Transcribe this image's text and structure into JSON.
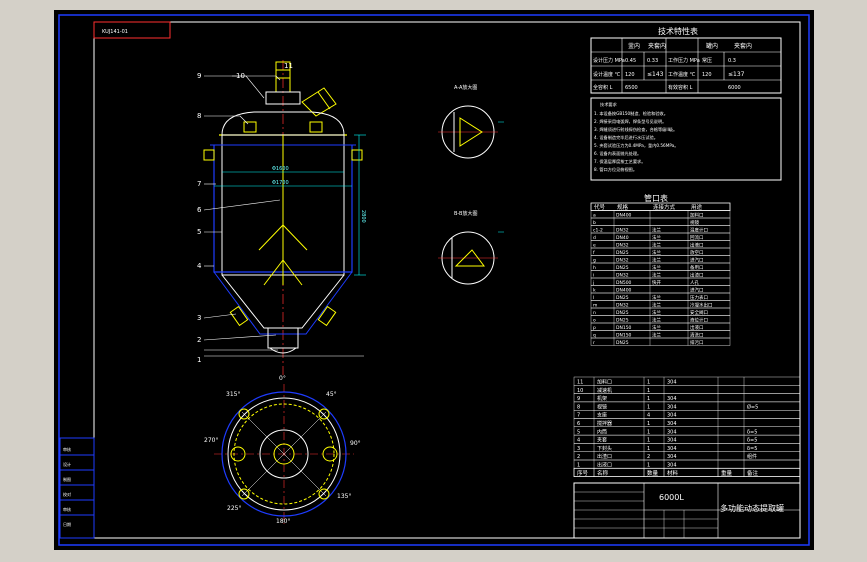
{
  "drawing_no": "KUJ141-01",
  "tech_table": {
    "title": "技术特性表",
    "col_headers": [
      "釜内",
      "夹套内",
      "罐内",
      "夹套内"
    ],
    "rows": [
      {
        "label": "设计压力 MPa",
        "v1": "0.45",
        "v2": "0.33",
        "label2": "工作压力 MPa",
        "v3": "常压",
        "v4": "0.3"
      },
      {
        "label": "设计温度 ℃",
        "v1": "120",
        "v2": "≤143",
        "label2": "工作温度 ℃",
        "v3": "120",
        "v4": "≤137"
      },
      {
        "label": "全容积 L",
        "v1": "6500",
        "v2": "",
        "label2": "有效容积 L",
        "v3": "6000",
        "v4": ""
      }
    ]
  },
  "tech_notes": [
    "技术要求",
    "1. 本设备按GB150制造、检验和验收。",
    "2. 焊接采用电弧焊，焊条型号见说明。",
    "3. 焊缝须进行射线探伤检查，合格等级II级。",
    "4. 设备制造完毕后进行水压试验。",
    "5. 夹套试验压力为0.4MPa，釜内0.56MPa。",
    "6. 设备内表面抛光处理。",
    "7. 保温层厚度按工艺要求。",
    "8. 管口方位见俯视图。"
  ],
  "nozzle_table": {
    "title": "管口表",
    "headers": [
      "代号",
      "规格",
      "连接方式",
      "用途"
    ],
    "rows": [
      [
        "a",
        "DN400",
        "",
        "加料口"
      ],
      [
        "b",
        "",
        "",
        "视镜"
      ],
      [
        "c1-2",
        "DN32",
        "法兰",
        "温度计口"
      ],
      [
        "d",
        "DN40",
        "法兰",
        "回流口"
      ],
      [
        "e",
        "DN32",
        "法兰",
        "出液口"
      ],
      [
        "f",
        "DN25",
        "法兰",
        "放空口"
      ],
      [
        "g",
        "DN32",
        "法兰",
        "进汽口"
      ],
      [
        "h",
        "DN25",
        "法兰",
        "备用口"
      ],
      [
        "i",
        "DN32",
        "法兰",
        "出渣口"
      ],
      [
        "j",
        "DN500",
        "快开",
        "人孔"
      ],
      [
        "k",
        "DN400",
        "",
        "进汽口"
      ],
      [
        "l",
        "DN25",
        "法兰",
        "压力表口"
      ],
      [
        "m",
        "DN32",
        "法兰",
        "冷凝水出口"
      ],
      [
        "n",
        "DN25",
        "法兰",
        "安全阀口"
      ],
      [
        "o",
        "DN25",
        "法兰",
        "液位计口"
      ],
      [
        "p",
        "DN150",
        "法兰",
        "出液口"
      ],
      [
        "q",
        "DN150",
        "法兰",
        "清洗口"
      ],
      [
        "r",
        "DN25",
        "",
        "排污口"
      ]
    ]
  },
  "section_labels": {
    "a": "A-A放大图",
    "b": "B-B放大图"
  },
  "main_view": {
    "part_numbers": [
      "1",
      "2",
      "3",
      "4",
      "5",
      "6",
      "7",
      "8",
      "9",
      "10",
      "11"
    ],
    "dimensions": {
      "inner_dia": "Φ1600",
      "outer_dia": "Φ1700",
      "height": "2800"
    }
  },
  "plan_view": {
    "angles": [
      "0°",
      "45°",
      "90°",
      "135°",
      "180°",
      "225°",
      "270°",
      "315°"
    ]
  },
  "bom": {
    "rows": [
      [
        "11",
        "加料口",
        "1",
        "304",
        "",
        ""
      ],
      [
        "10",
        "减速机",
        "1",
        "",
        "",
        ""
      ],
      [
        "9",
        "机架",
        "1",
        "304",
        "",
        ""
      ],
      [
        "8",
        "视镜",
        "1",
        "304",
        "",
        "Ø=5"
      ],
      [
        "7",
        "支座",
        "4",
        "304",
        "",
        ""
      ],
      [
        "6",
        "搅拌器",
        "1",
        "304",
        "",
        ""
      ],
      [
        "5",
        "内筒",
        "1",
        "304",
        "",
        "δ=5"
      ],
      [
        "4",
        "夹套",
        "1",
        "304",
        "",
        "δ=5"
      ],
      [
        "3",
        "下封头",
        "1",
        "304",
        "",
        "δ=5"
      ],
      [
        "2",
        "出渣口",
        "2",
        "304",
        "",
        "组件"
      ],
      [
        "1",
        "出液口",
        "1",
        "304",
        "",
        ""
      ]
    ],
    "headers": [
      "序号",
      "名称",
      "数量",
      "材料",
      "重量",
      "备注"
    ]
  },
  "title_block": {
    "spec": "6000L",
    "name": "多功能动态提取罐",
    "left_labels": [
      "审核",
      "设计",
      "制图",
      "校对",
      "审核",
      "日期"
    ]
  }
}
